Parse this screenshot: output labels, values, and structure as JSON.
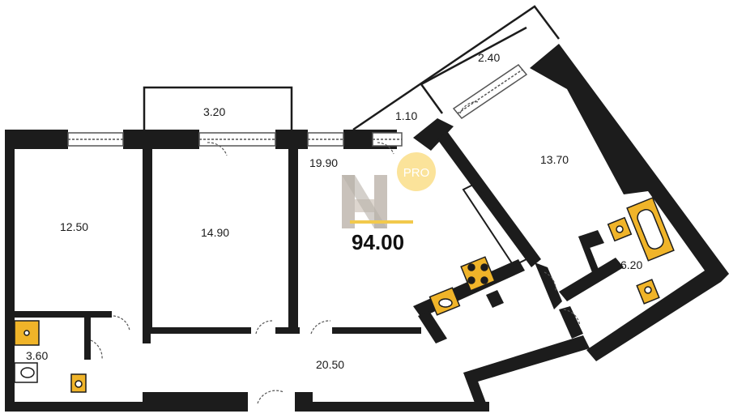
{
  "rooms": [
    {
      "id": "room-1",
      "area": "12.50"
    },
    {
      "id": "room-2",
      "area": "14.90"
    },
    {
      "id": "living",
      "area": "19.90"
    },
    {
      "id": "bedroom-3",
      "area": "13.70"
    },
    {
      "id": "bathroom",
      "area": "6.20"
    },
    {
      "id": "wc",
      "area": "3.60"
    },
    {
      "id": "hall",
      "area": "20.50"
    },
    {
      "id": "balcony-1",
      "area": "3.20"
    },
    {
      "id": "balcony-2",
      "area": "1.10"
    },
    {
      "id": "balcony-3",
      "area": "2.40"
    }
  ],
  "total_area": "94.00",
  "badge": {
    "label": "PRO"
  },
  "colors": {
    "wall": "#1c1c1c",
    "fixture": "#f0b429",
    "badge": "#fbe39a",
    "logo": "#c9c2bb",
    "accent_line": "#f2c94c"
  }
}
